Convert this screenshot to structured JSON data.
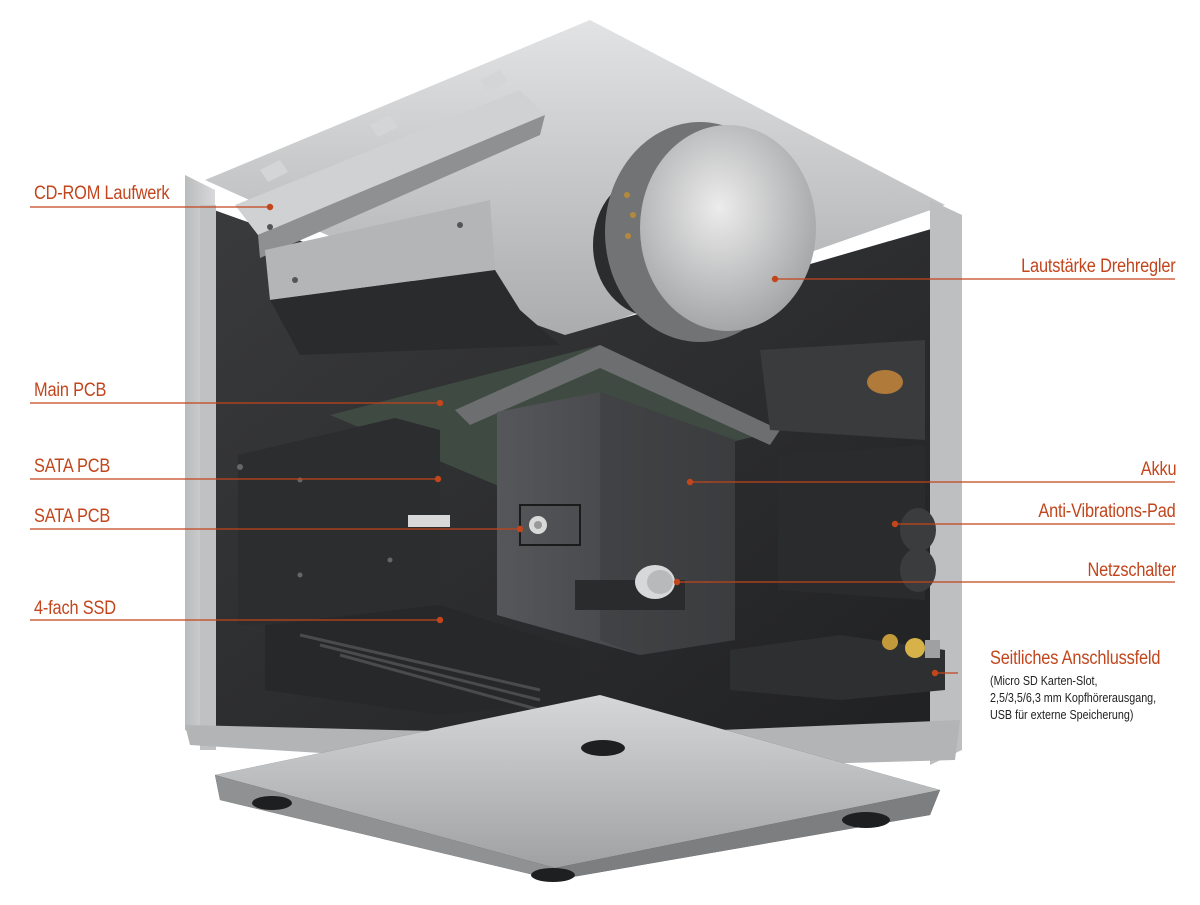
{
  "labels": {
    "cd_rom": "CD-ROM Laufwerk",
    "main_pcb": "Main PCB",
    "sata_pcb_1": "SATA PCB",
    "sata_pcb_2": "SATA PCB",
    "ssd": "4-fach SSD",
    "volume_knob": "Lautstärke Drehregler",
    "battery": "Akku",
    "anti_vibration": "Anti-Vibrations-Pad",
    "power_switch": "Netzschalter",
    "side_panel": "Seitliches Anschlussfeld",
    "side_panel_details": [
      "(Micro SD Karten-Slot,",
      "2,5/3,5/6,3 mm Kopfhörerausgang,",
      "USB für externe Speicherung)"
    ]
  },
  "colors": {
    "accent": "#c2451c",
    "chassis_aluminum": "#c9cbcd",
    "interior_dark": "#2e2f31",
    "detail_text": "#222222"
  }
}
